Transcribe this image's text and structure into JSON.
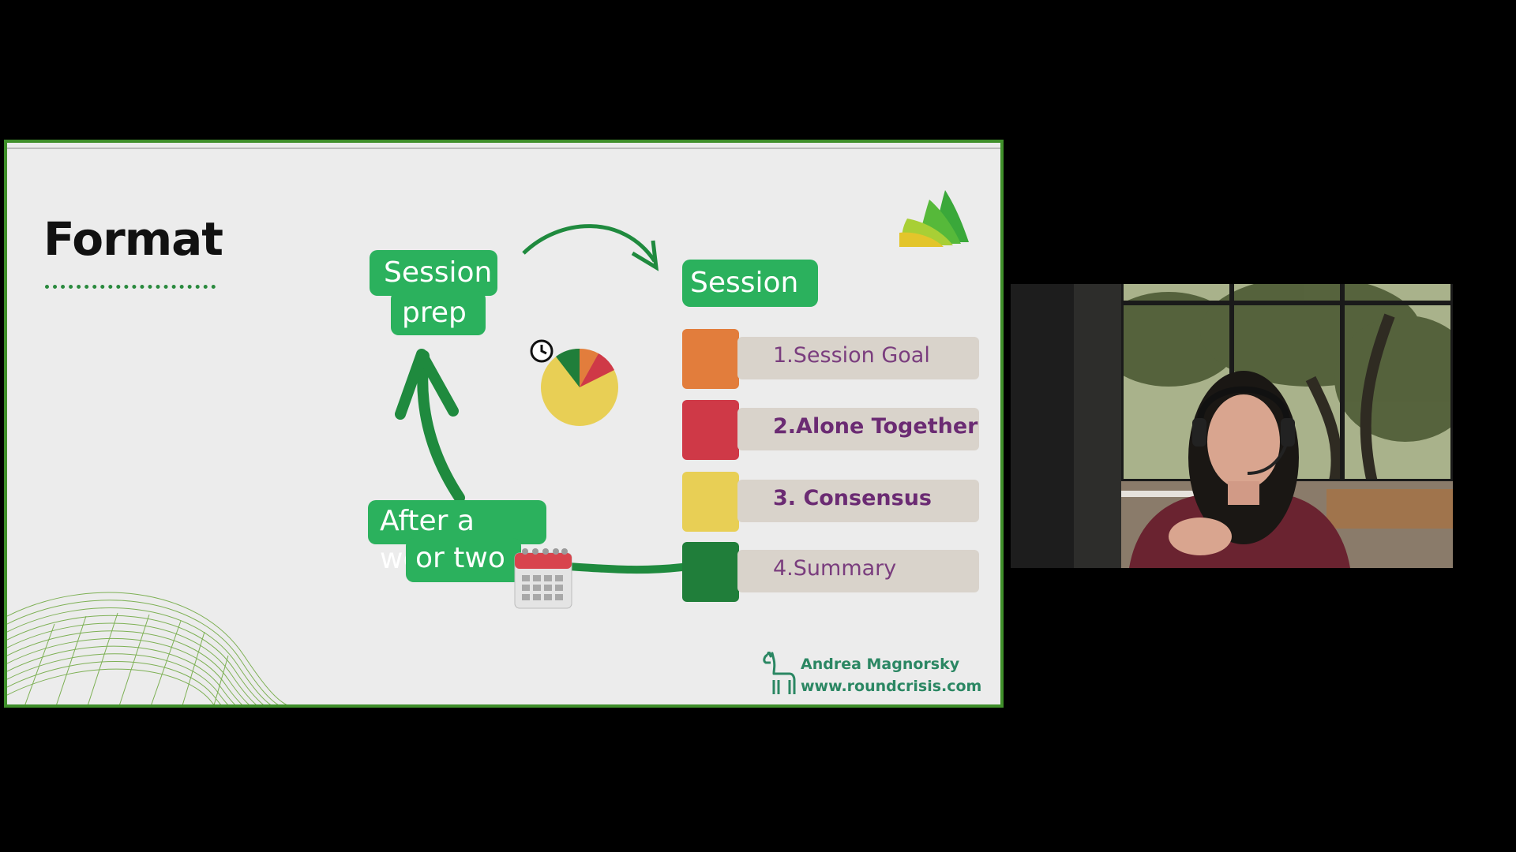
{
  "slide": {
    "title": "Format",
    "flow": {
      "session_prep_line1": "Session",
      "session_prep_line2": "prep",
      "session_label": "Session",
      "after_line1": "After a week",
      "after_line2": "or two"
    },
    "steps": [
      {
        "label": "1.Session Goal",
        "color": "#e27d3c",
        "bold": false
      },
      {
        "label": "2.Alone Together",
        "color": "#cf3947",
        "bold": true
      },
      {
        "label": "3. Consensus",
        "color": "#e8cf55",
        "bold": true
      },
      {
        "label": "4.Summary",
        "color": "#207e3a",
        "bold": false
      }
    ],
    "footer": {
      "name": "Andrea Magnorsky",
      "website": "www.roundcrisis.com"
    }
  },
  "colors": {
    "accent_green": "#2bb15d",
    "dark_green": "#207e3a",
    "frame_green": "#3f8f2a",
    "purple_text": "#7a3d7e"
  },
  "icons": [
    "clock-icon",
    "pie-chart-icon",
    "calendar-icon",
    "leaf-logo-icon",
    "llama-logo-icon"
  ]
}
